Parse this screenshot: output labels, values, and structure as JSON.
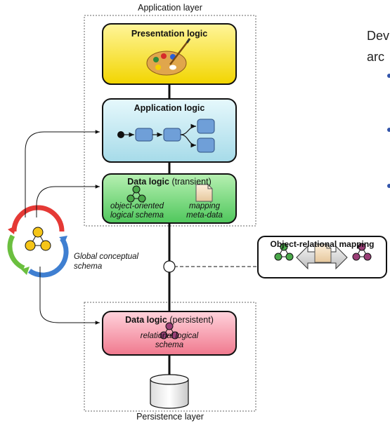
{
  "layers": {
    "application": "Application layer",
    "persistence": "Persistence layer"
  },
  "boxes": {
    "presentation": {
      "title": "Presentation logic",
      "fill_top": "#fff59a",
      "fill_bottom": "#f2d500"
    },
    "application": {
      "title": "Application logic",
      "fill_top": "#e6f8fc",
      "fill_bottom": "#a6dbe9"
    },
    "data_transient": {
      "title": "Data logic",
      "qualifier": "(transient)",
      "schema_label_1": "object-oriented",
      "schema_label_2": "logical schema",
      "meta_label_1": "mapping",
      "meta_label_2": "meta-data",
      "fill_top": "#b7f0b2",
      "fill_bottom": "#4fc75c"
    },
    "data_persistent": {
      "title": "Data logic",
      "qualifier": "(persistent)",
      "schema_label_1": "relational logical",
      "schema_label_2": "schema",
      "fill_top": "#ffd3dc",
      "fill_bottom": "#f0798e"
    },
    "orm": {
      "title": "Object-relational mapping"
    }
  },
  "global_schema": {
    "label_1": "Global conceptual",
    "label_2": "schema"
  },
  "side_text": {
    "line1": "Dev",
    "line2": "arc"
  },
  "colors": {
    "node_green": "#4aa84a",
    "node_purple": "#9a3f77",
    "node_yellow": "#f5c518",
    "flow_node": "#6f9fd8",
    "bullet": "#3355aa",
    "cycle_red": "#e53935",
    "cycle_blue": "#3f7fd1",
    "cycle_green": "#6bbf3f"
  },
  "icons": [
    "palette-icon",
    "document-icon",
    "database-icon",
    "double-arrow-icon"
  ]
}
